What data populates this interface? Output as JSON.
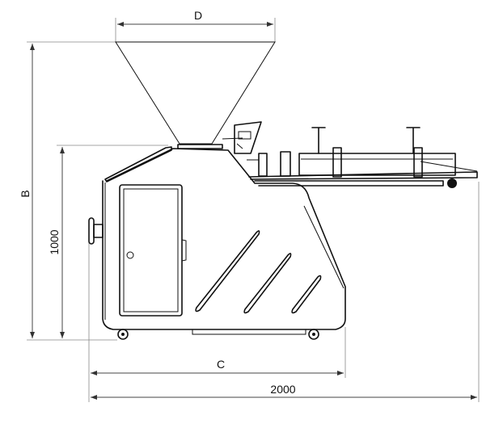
{
  "dimensions": {
    "top_width_label": "D",
    "total_height_label": "B",
    "body_height_label": "1000",
    "body_length_label": "C",
    "total_length_label": "2000"
  }
}
